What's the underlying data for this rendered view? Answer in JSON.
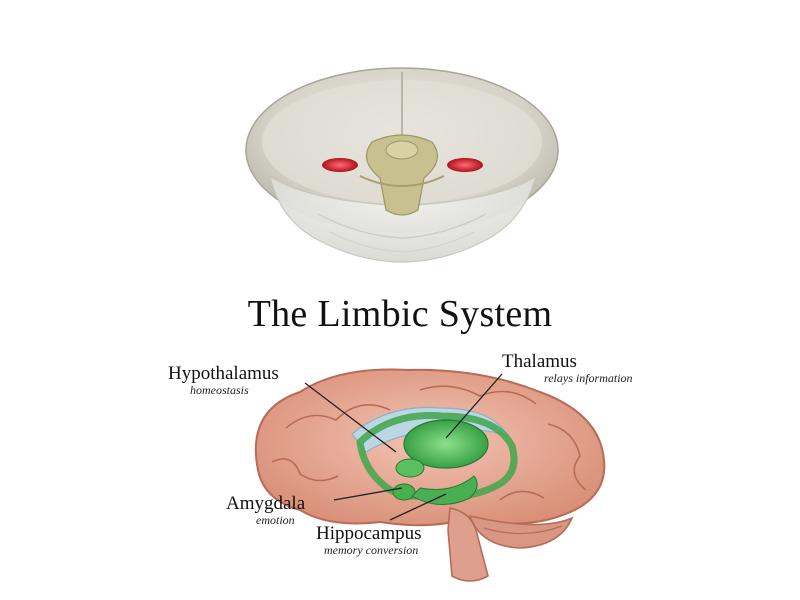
{
  "title": "The Limbic System",
  "labels": {
    "hypothalamus": {
      "name": "Hypothalamus",
      "desc": "homeostasis"
    },
    "thalamus": {
      "name": "Thalamus",
      "desc": "relays information"
    },
    "amygdala": {
      "name": "Amygdala",
      "desc": "emotion"
    },
    "hippocampus": {
      "name": "Hippocampus",
      "desc": "memory conversion"
    }
  },
  "colors": {
    "skull": "#d6d3c8",
    "highlight": "#c8202a",
    "cortex": "#e3a28e",
    "limbic": "#4fb45a",
    "ventricle": "#bcd6e4"
  }
}
